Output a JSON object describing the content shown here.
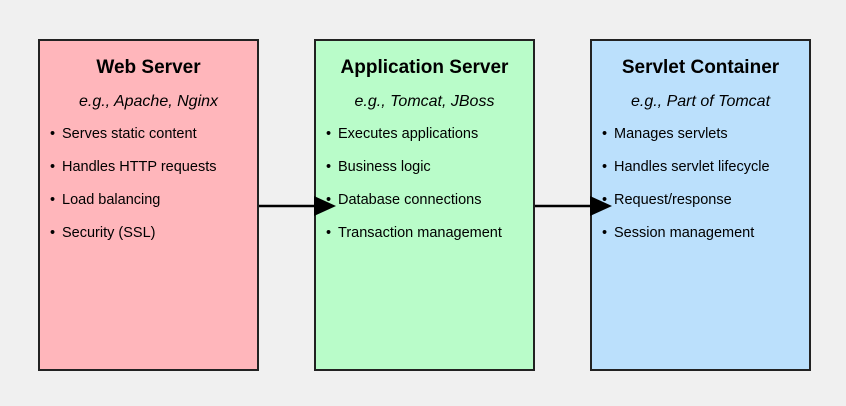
{
  "colors": {
    "background": "#f0f0f0",
    "border": "#222222",
    "arrow": "#000000"
  },
  "boxes": [
    {
      "title": "Web Server",
      "example": "e.g., Apache, Nginx",
      "fill": "#ffb6bb",
      "items": [
        "Serves static content",
        "Handles HTTP requests",
        "Load balancing",
        "Security (SSL)"
      ]
    },
    {
      "title": "Application Server",
      "example": "e.g., Tomcat, JBoss",
      "fill": "#b9fcc9",
      "items": [
        "Executes applications",
        "Business logic",
        "Database connections",
        "Transaction management"
      ]
    },
    {
      "title": "Servlet Container",
      "example": "e.g., Part of Tomcat",
      "fill": "#bbe0fc",
      "items": [
        "Manages servlets",
        "Handles servlet lifecycle",
        "Request/response",
        "Session management"
      ]
    }
  ],
  "bullet": "•",
  "arrows": [
    {
      "from": 0,
      "to": 1
    },
    {
      "from": 1,
      "to": 2
    }
  ]
}
